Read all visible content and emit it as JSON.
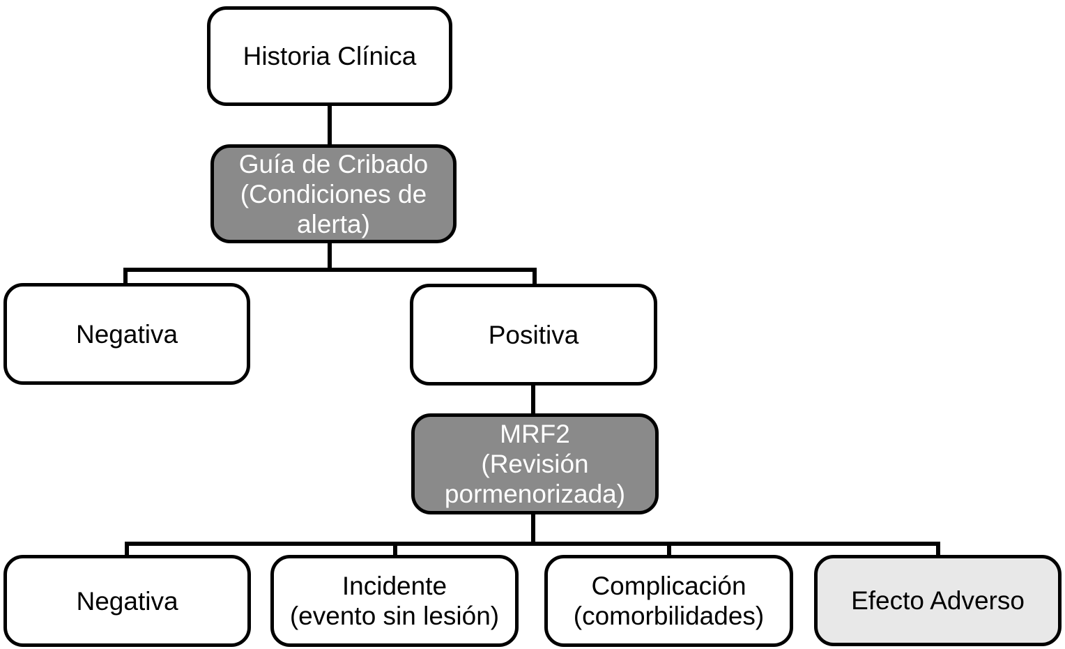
{
  "diagram": {
    "language": "es",
    "type": "flowchart",
    "colors": {
      "background": "#ffffff",
      "border": "#000000",
      "node_white_fill": "#ffffff",
      "node_dark_fill": "#8a8a8a",
      "node_light_fill": "#e8e8e8",
      "text_dark": "#000000",
      "text_on_dark": "#ffffff"
    },
    "nodes": [
      {
        "id": "historia-clinica",
        "style": "white",
        "lines": [
          "Historia Clínica"
        ]
      },
      {
        "id": "guia-de-cribado",
        "style": "dark",
        "lines": [
          "Guía de Cribado",
          "(Condiciones de",
          "alerta)"
        ]
      },
      {
        "id": "negativa-cribado",
        "style": "white",
        "lines": [
          "Negativa"
        ]
      },
      {
        "id": "positiva",
        "style": "white",
        "lines": [
          "Positiva"
        ]
      },
      {
        "id": "mrf2",
        "style": "dark",
        "lines": [
          "MRF2",
          "(Revisión",
          "pormenorizada)"
        ]
      },
      {
        "id": "negativa-mrf2",
        "style": "white",
        "lines": [
          "Negativa"
        ]
      },
      {
        "id": "incidente",
        "style": "white",
        "lines": [
          "Incidente",
          "(evento sin lesión)"
        ]
      },
      {
        "id": "complicacion",
        "style": "white",
        "lines": [
          "Complicación",
          "(comorbilidades)"
        ]
      },
      {
        "id": "efecto-adverso",
        "style": "light",
        "lines": [
          "Efecto Adverso"
        ]
      }
    ],
    "edges": [
      {
        "from": "historia-clinica",
        "to": "guia-de-cribado"
      },
      {
        "from": "guia-de-cribado",
        "to": "negativa-cribado"
      },
      {
        "from": "guia-de-cribado",
        "to": "positiva"
      },
      {
        "from": "positiva",
        "to": "mrf2"
      },
      {
        "from": "mrf2",
        "to": "negativa-mrf2"
      },
      {
        "from": "mrf2",
        "to": "incidente"
      },
      {
        "from": "mrf2",
        "to": "complicacion"
      },
      {
        "from": "mrf2",
        "to": "efecto-adverso"
      }
    ]
  }
}
